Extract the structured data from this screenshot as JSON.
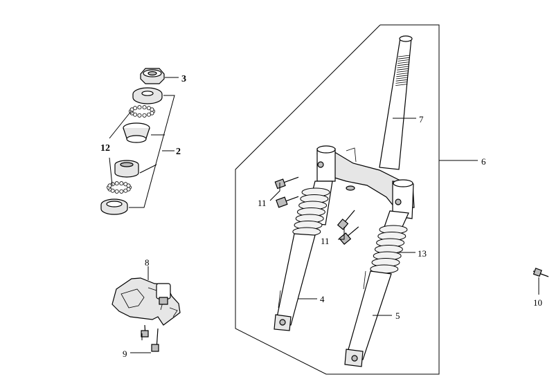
{
  "labels": {
    "p2": "2",
    "p3": "3",
    "p4": "4",
    "p5": "5",
    "p6": "6",
    "p7": "7",
    "p8": "8",
    "p9": "9",
    "p10": "10",
    "p11a": "11",
    "p11b": "11",
    "p12": "12",
    "p13": "13"
  }
}
